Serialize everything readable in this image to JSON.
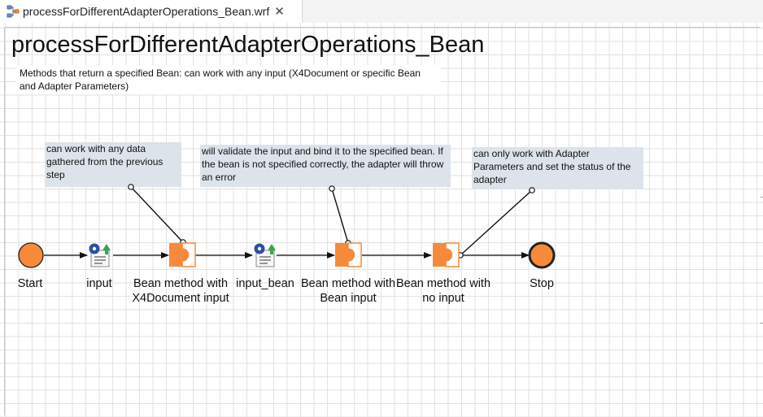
{
  "tab": {
    "title": "processForDifferentAdapterOperations_Bean.wrf",
    "close_glyph": "✕",
    "icon": "workflow-file-icon"
  },
  "diagram": {
    "title": "processForDifferentAdapterOperations_Bean",
    "description": "Methods that return a specified Bean: can work with any input (X4Document or specific Bean and Adapter Parameters)",
    "notes": [
      "can work with any data gathered from the previous step",
      "will validate the input and bind it to the specified bean. If the bean is not specified correctly, the adapter will throw an error",
      "can only work with Adapter Parameters and set the status of the adapter"
    ],
    "nodes": {
      "start": "Start",
      "input": "input",
      "bean_x4": "Bean method with X4Document input",
      "input_bean": "input_bean",
      "bean_bean": "Bean method with Bean input",
      "bean_none": "Bean method with no input",
      "stop": "Stop"
    }
  },
  "colors": {
    "node_orange": "#f78a3a",
    "node_outline": "#222222",
    "note_bg": "#dde3ea",
    "adapter_gear": "#2a4fa6",
    "adapter_arrow": "#3aa64a"
  }
}
